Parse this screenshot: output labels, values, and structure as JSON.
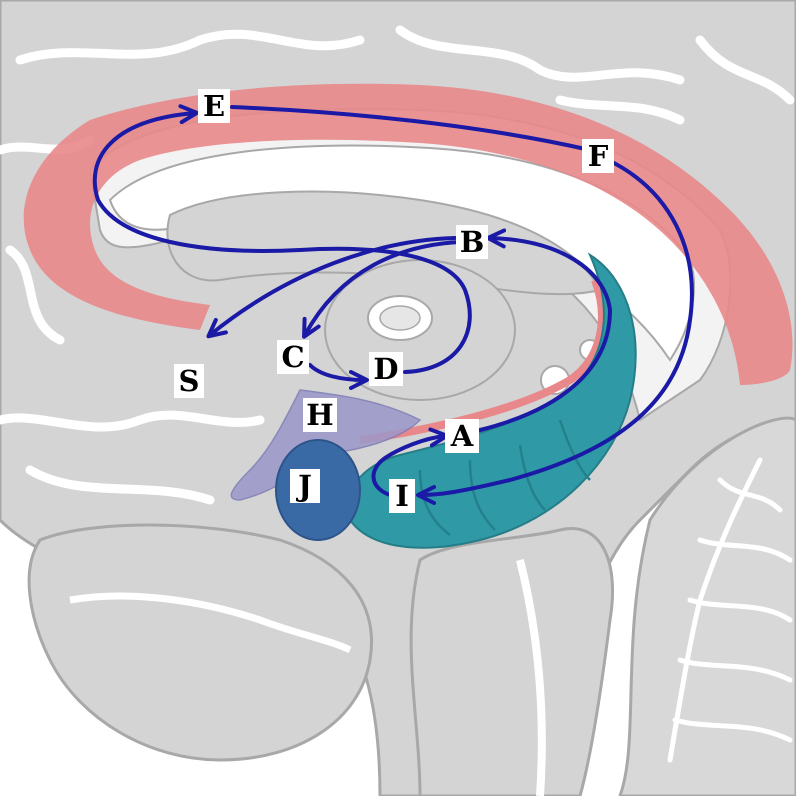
{
  "labels": {
    "a": "A",
    "b": "B",
    "c": "C",
    "d": "D",
    "e": "E",
    "f": "F",
    "h": "H",
    "i": "I",
    "j": "J",
    "s": "S"
  },
  "colors": {
    "brain_gray": "#d4d4d4",
    "sulcus_line": "#ffffff",
    "outline": "#a8a8a8",
    "cingulate": "#e9888b",
    "hippocampus": "#2f9aa6",
    "thalamus_region": "#9a98c9",
    "amygdala": "#3a6aa5",
    "pathway_arrow": "#1a1aa6"
  }
}
